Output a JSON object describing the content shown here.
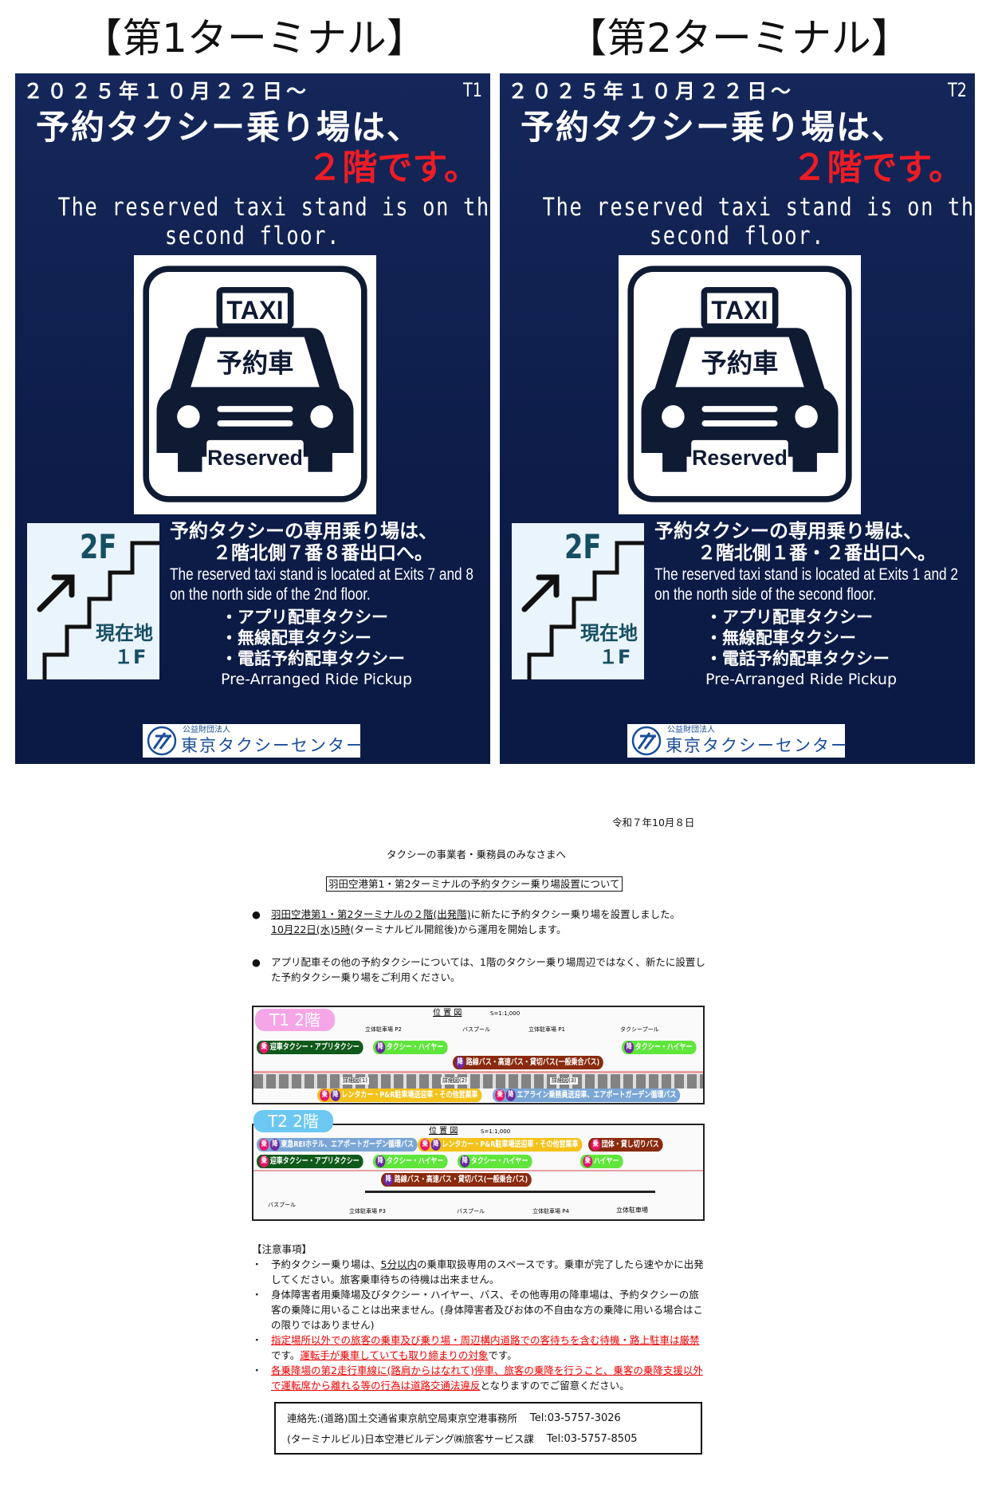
{
  "posters": [
    {
      "heading": "【第1ターミナル】",
      "date": "２０２５年１０月２２日～",
      "code": "T1",
      "main_jp": "予約タクシー乗り場は、",
      "red_jp": "２階です。",
      "main_en_1": "The reserved taxi stand is on the",
      "main_en_2": "second floor.",
      "sign": {
        "taxi": "TAXI",
        "reserved_jp": "予約車",
        "reserved_en": "Reserved"
      },
      "stairs": {
        "up": "2F",
        "here": "現在地",
        "here_floor": "１F"
      },
      "detail_jp_1": "予約タクシーの専用乗り場は、",
      "detail_jp_2": "２階北側７番８番出口へ。",
      "detail_en": "The reserved taxi stand is located at Exits 7 and 8 on the north side of the 2nd floor.",
      "services": [
        "・アプリ配車タクシー",
        "・無線配車タクシー",
        "・電話予約配車タクシー"
      ],
      "pickup": "Pre-Arranged Ride Pickup",
      "logo": {
        "small": "公益財団法人",
        "name": "東京タクシーセンター"
      }
    },
    {
      "heading": "【第2ターミナル】",
      "date": "２０２５年１０月２２日～",
      "code": "T2",
      "main_jp": "予約タクシー乗り場は、",
      "red_jp": "２階です。",
      "main_en_1": "The reserved taxi stand is on the",
      "main_en_2": "second floor.",
      "sign": {
        "taxi": "TAXI",
        "reserved_jp": "予約車",
        "reserved_en": "Reserved"
      },
      "stairs": {
        "up": "2F",
        "here": "現在地",
        "here_floor": "１F"
      },
      "detail_jp_1": "予約タクシーの専用乗り場は、",
      "detail_jp_2": "２階北側１番・２番出口へ。",
      "detail_en": "The reserved taxi stand is located at Exits 1 and 2 on the north side of the second floor.",
      "services": [
        "・アプリ配車タクシー",
        "・無線配車タクシー",
        "・電話予約配車タクシー"
      ],
      "pickup": "Pre-Arranged Ride Pickup",
      "logo": {
        "small": "公益財団法人",
        "name": "東京タクシーセンター"
      }
    }
  ],
  "notice": {
    "date": "令和７年10月８日",
    "greeting": "タクシーの事業者・乗務員のみなさまへ",
    "title": "羽田空港第1・第2ターミナルの予約タクシー乗り場設置について",
    "bullet1_u1": "羽田空港第1・第2ターミナルの２階(出発階)",
    "bullet1_t1": "に新たに予約タクシー乗り場を設置しました。",
    "bullet1_u2": "10月22日(水)5時",
    "bullet1_t2": "(ターミナルビル開館後)から運用を開始します。",
    "bullet2": "アプリ配車その他の予約タクシーについては、1階のタクシー乗り場周辺ではなく、新たに設置した予約タクシー乗り場をご利用ください。",
    "cautions_title": "【注意事項】",
    "c1_a": "予約タクシー乗り場は、",
    "c1_u": "5分以内",
    "c1_b": "の乗車取扱専用のスペースです。乗車が完了したら速やかに出発してください。旅客乗車待ちの待機は出来ません。",
    "c2": "身体障害者用乗降場及びタクシー・ハイヤー、バス、その他専用の降車場は、予約タクシーの旅客の乗降に用いることは出来ません。(身体障害者及びお体の不自由な方の乗降に用いる場合はこの限りではありません)",
    "c3_r1": "指定場所以外での旅客の乗車及び乗り場・周辺構内道路での客待ちを含む待機・路上駐車は厳禁",
    "c3_t1": "です。",
    "c3_r2": "運転手が乗車していても取り締まりの対象",
    "c3_t2": "です。",
    "c4_r": "各乗降場の第2走行車線に(路肩からはなれて)停車、旅客の乗降を行うこと、乗客の乗降支援以外で運転席から離れる等の行為は道路交通法違反",
    "c4_t": "となりますのでご留意ください。",
    "contact1_name": "連絡先:(道路)国土交通省東京航空局東京空港事務所",
    "contact1_tel": "Tel:03-5757-3026",
    "contact2_name": "(ターミナルビル)日本空港ビルデング㈱旅客サービス課",
    "contact2_tel": "Tel:03-5757-8505"
  },
  "maps": {
    "t1": {
      "tag": "T1 2階",
      "title": "位 置 図",
      "scale": "S=1:1,000",
      "p2": "立体駐車場 P2",
      "bus": "バスプール",
      "p1": "立体駐車場 P1",
      "taxipool": "タクシープール",
      "labels": [
        "迎車タクシー・アプリタクシー",
        "タクシー・ハイヤー",
        "路線バス・高速バス・貸切バス(一般乗合バス)",
        "タクシー・ハイヤー",
        "レンタカー・P&R駐車場送迎車・その他営業車",
        "エアライン乗務員送迎車、エアポートガーデン循環バス"
      ],
      "details": [
        "詳細図(1)",
        "詳細図(2)",
        "詳細図(3)"
      ]
    },
    "t2": {
      "tag": "T2 2階",
      "title": "位 置 図",
      "scale": "S=1:1,000",
      "p3": "立体駐車場 P3",
      "bus": "バスプール",
      "p4": "立体駐車場 P4",
      "park": "立体駐車場",
      "buspool2": "バスプール",
      "labels": [
        "東急REIホテル、エアポートガーデン循環バス",
        "レンタカー・P&R駐車場送迎車・その他営業車",
        "団体・貸し切りバス",
        "迎車タクシー・アプリタクシー",
        "タクシー・ハイヤー",
        "タクシー・ハイヤー",
        "ハイヤー",
        "路線バス・高速バス・貸切バス(一般乗合バス)"
      ]
    },
    "icons": {
      "board": "乗",
      "alight": "降"
    }
  },
  "colors": {
    "navy": "#15275a",
    "red": "#ee1c25",
    "pink": "#e6156b",
    "purple": "#6b2aa0",
    "darkgreen": "#0f5a1a",
    "green": "#5ee63a",
    "brown": "#8a2a0e",
    "yellow": "#f4c21a",
    "blue": "#7aa6d6"
  }
}
